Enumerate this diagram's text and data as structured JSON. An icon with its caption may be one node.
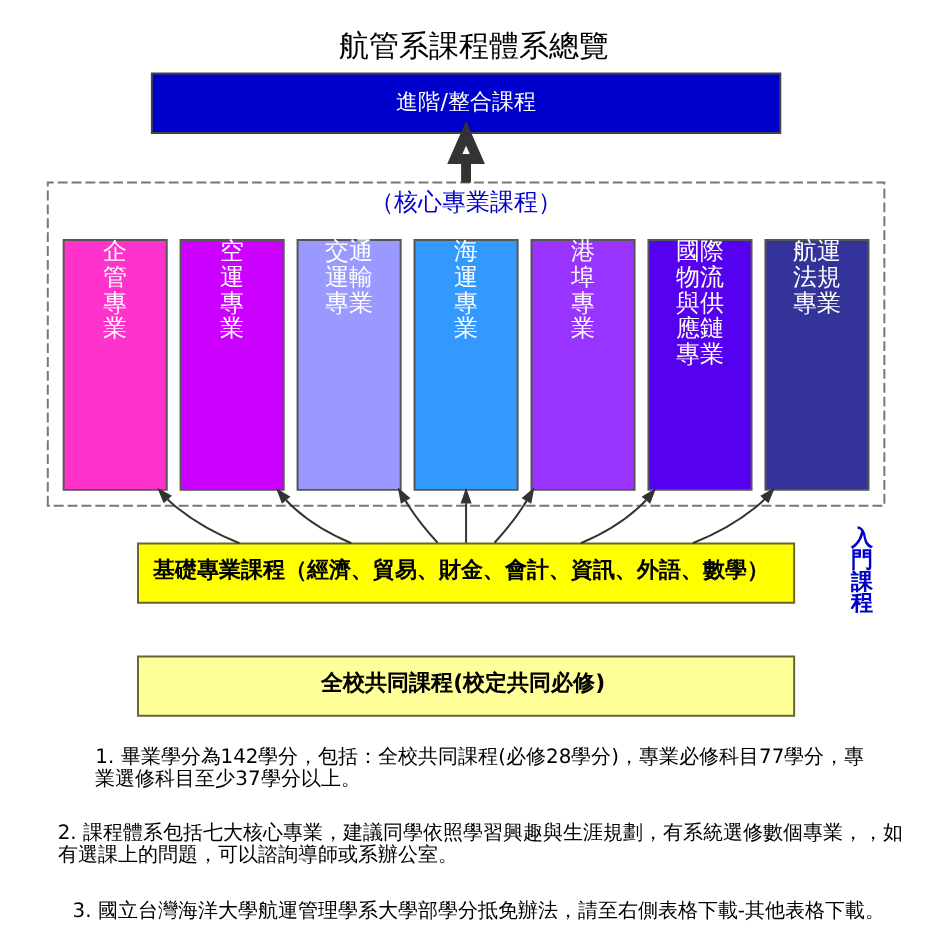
{
  "diagram": {
    "title": "航管系課程體系總覽",
    "nodes": [
      {
        "text": [
          "進階/整合課程"
        ]
      },
      {
        "text": [
          "（核心專業課程）"
        ]
      },
      {
        "text": [
          "企管專業"
        ],
        "in": 1
      },
      {
        "text": [
          "空運專業"
        ],
        "in": 1
      },
      {
        "text": [
          "交通運輸專業"
        ],
        "in": 1
      },
      {
        "text": [
          "海運專業"
        ],
        "in": 1
      },
      {
        "text": [
          "港埠專業"
        ],
        "in": 1
      },
      {
        "text": [
          "國際物流與供應鏈專業"
        ],
        "in": 1
      },
      {
        "text": [
          "航運法規專業"
        ],
        "in": 1
      },
      {
        "text": [
          "基礎專業課程（經濟、貿易、財金、會計、資訊、外語、數學）"
        ]
      },
      {
        "text": [
          "全校共同課程(校定共同必修)"
        ]
      }
    ],
    "edges": [
      {
        "from": 1,
        "to": 0,
        "arrow": "to",
        "style": "thick"
      },
      {
        "from": 9,
        "to": 2,
        "arrow": "to"
      },
      {
        "from": 9,
        "to": 3,
        "arrow": "to"
      },
      {
        "from": 9,
        "to": 4,
        "arrow": "to"
      },
      {
        "from": 9,
        "to": 5,
        "arrow": "to"
      },
      {
        "from": 9,
        "to": 6,
        "arrow": "to"
      },
      {
        "from": 9,
        "to": 7,
        "arrow": "to"
      },
      {
        "from": 9,
        "to": 8,
        "arrow": "to"
      }
    ],
    "labels": [
      "入門課程",
      "1. 畢業學分為142學分，包括：全校共同課程(必修28學分)，專業必修科目77學分，專業選修科目至少37學分以上。",
      "2. 課程體系包括七大核心專業，建議同學依照學習興趣與生涯規劃，有系統選修數個專業，，如有選課上的問題，可以諮詢導師或系辦公室。",
      "3. 國立台灣海洋大學航運管理學系大學部學分抵免辦法，請至右側表格下載-其他表格下載。"
    ]
  }
}
